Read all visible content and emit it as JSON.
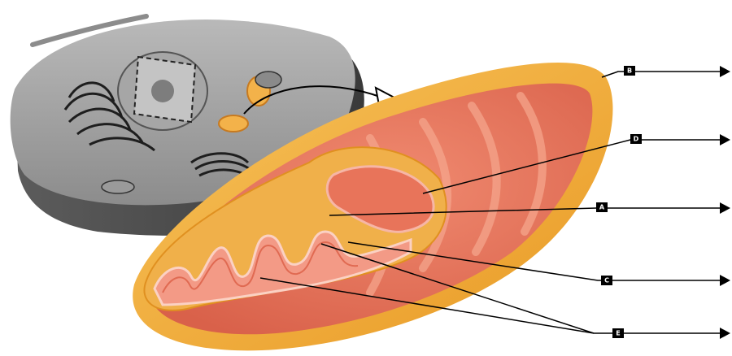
{
  "colors": {
    "cell_body": "#8f8f8f",
    "cell_dark": "#4a4a4a",
    "outer_membrane": "#f2a93b",
    "matrix": "#e8745a",
    "cristae": "#f39a86",
    "leader": "#000000"
  },
  "labels": [
    {
      "id": "B",
      "text": "B"
    },
    {
      "id": "D",
      "text": "D"
    },
    {
      "id": "A",
      "text": "A"
    },
    {
      "id": "C",
      "text": "C"
    },
    {
      "id": "E",
      "text": "E"
    }
  ]
}
